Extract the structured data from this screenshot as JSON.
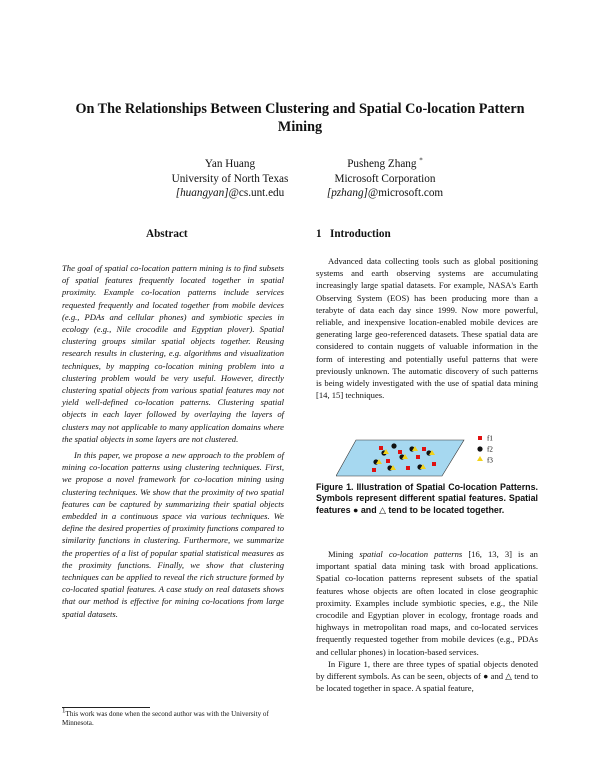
{
  "paper": {
    "title_line1": "On The Relationships Between Clustering and Spatial Co-location Pattern",
    "title_line2": "Mining",
    "authors": [
      {
        "name": "Yan Huang",
        "affil": "University of North Texas",
        "email_user": "[huangyan]",
        "email_domain": "@cs.unt.edu",
        "mark": ""
      },
      {
        "name": "Pusheng Zhang",
        "affil": "Microsoft Corporation",
        "email_user": "[pzhang]",
        "email_domain": "@microsoft.com",
        "mark": "*"
      }
    ],
    "abstract_heading": "Abstract",
    "abstract_p1": "The goal of spatial co-location pattern mining is to find subsets of spatial features frequently located together in spatial proximity.  Example co-location patterns include services requested frequently and located together from mobile devices (e.g., PDAs and cellular phones) and symbiotic species in ecology (e.g., Nile crocodile and Egyptian plover). Spatial clustering groups similar spatial objects together. Reusing research results in clustering, e.g. algorithms and visualization techniques, by mapping co-location mining problem into a clustering problem would be very useful. However, directly clustering spatial objects from various spatial features may not yield well-defined co-location patterns. Clustering spatial objects in each layer followed by overlaying the layers of clusters may not applicable to many application domains where the spatial objects in some layers are not clustered.",
    "abstract_p2": "In this paper, we propose a new approach to the problem of mining co-location patterns using clustering techniques. First, we propose a novel framework for co-location mining using clustering techniques. We show that the proximity of two spatial features can be captured by summarizing their spatial objects embedded in a continuous space via various techniques. We define the desired properties of proximity functions compared to similarity functions in clustering. Furthermore, we summarize the properties of a list of popular spatial statistical measures as the proximity functions. Finally, we show that clustering techniques can be applied to reveal the rich structure formed by co-located spatial features. A case study on real datasets shows that our method is effective for mining co-locations from large spatial datasets.",
    "intro_heading_num": "1",
    "intro_heading": "Introduction",
    "intro_p1": "Advanced data collecting tools such as global positioning systems and earth observing systems are accumulating increasingly large spatial datasets. For example, NASA's Earth Observing System (EOS) has been producing more than a terabyte of data each day since 1999. Now more powerful, reliable, and inexpensive location-enabled mobile devices are generating large geo-referenced datasets. These spatial data are considered to contain nuggets of valuable information in the form of interesting and potentially useful patterns that were previously unknown. The automatic discovery of such patterns is being widely investigated with the use of spatial data mining [14, 15] techniques.",
    "figure": {
      "legend": [
        "f1",
        "f2",
        "f3"
      ],
      "caption_a": "Figure 1. Illustration of Spatial Co-location Patterns.  Symbols represent different spatial features. Spatial features ",
      "caption_sym1": "●",
      "caption_and": " and ",
      "caption_sym2": "△",
      "caption_b": " tend to be located together."
    },
    "intro_p2_a": "Mining ",
    "intro_p2_it": "spatial co-location patterns",
    "intro_p2_b": " [16, 13, 3] is an important spatial data mining task with broad applications. Spatial co-location patterns represent subsets of the spatial features whose objects are often located in close geographic proximity. Examples include symbiotic species, e.g., the Nile crocodile and Egyptian plover in ecology, frontage roads and highways in metropolitan road maps, and co-located services frequently requested together from mobile devices (e.g., PDAs and cellular phones) in location-based services.",
    "intro_p3": "In Figure 1, there are three types of spatial objects denoted by different symbols. As can be seen, objects of ● and △ tend to be located together in space. A spatial feature,",
    "footnote_mark": "1",
    "footnote": "This work was done when the second author was with the University of Minnesota."
  },
  "colors": {
    "f1": "#e01010",
    "f2": "#111111",
    "f3": "#f2d21a",
    "plane": "#a6d8f0"
  }
}
